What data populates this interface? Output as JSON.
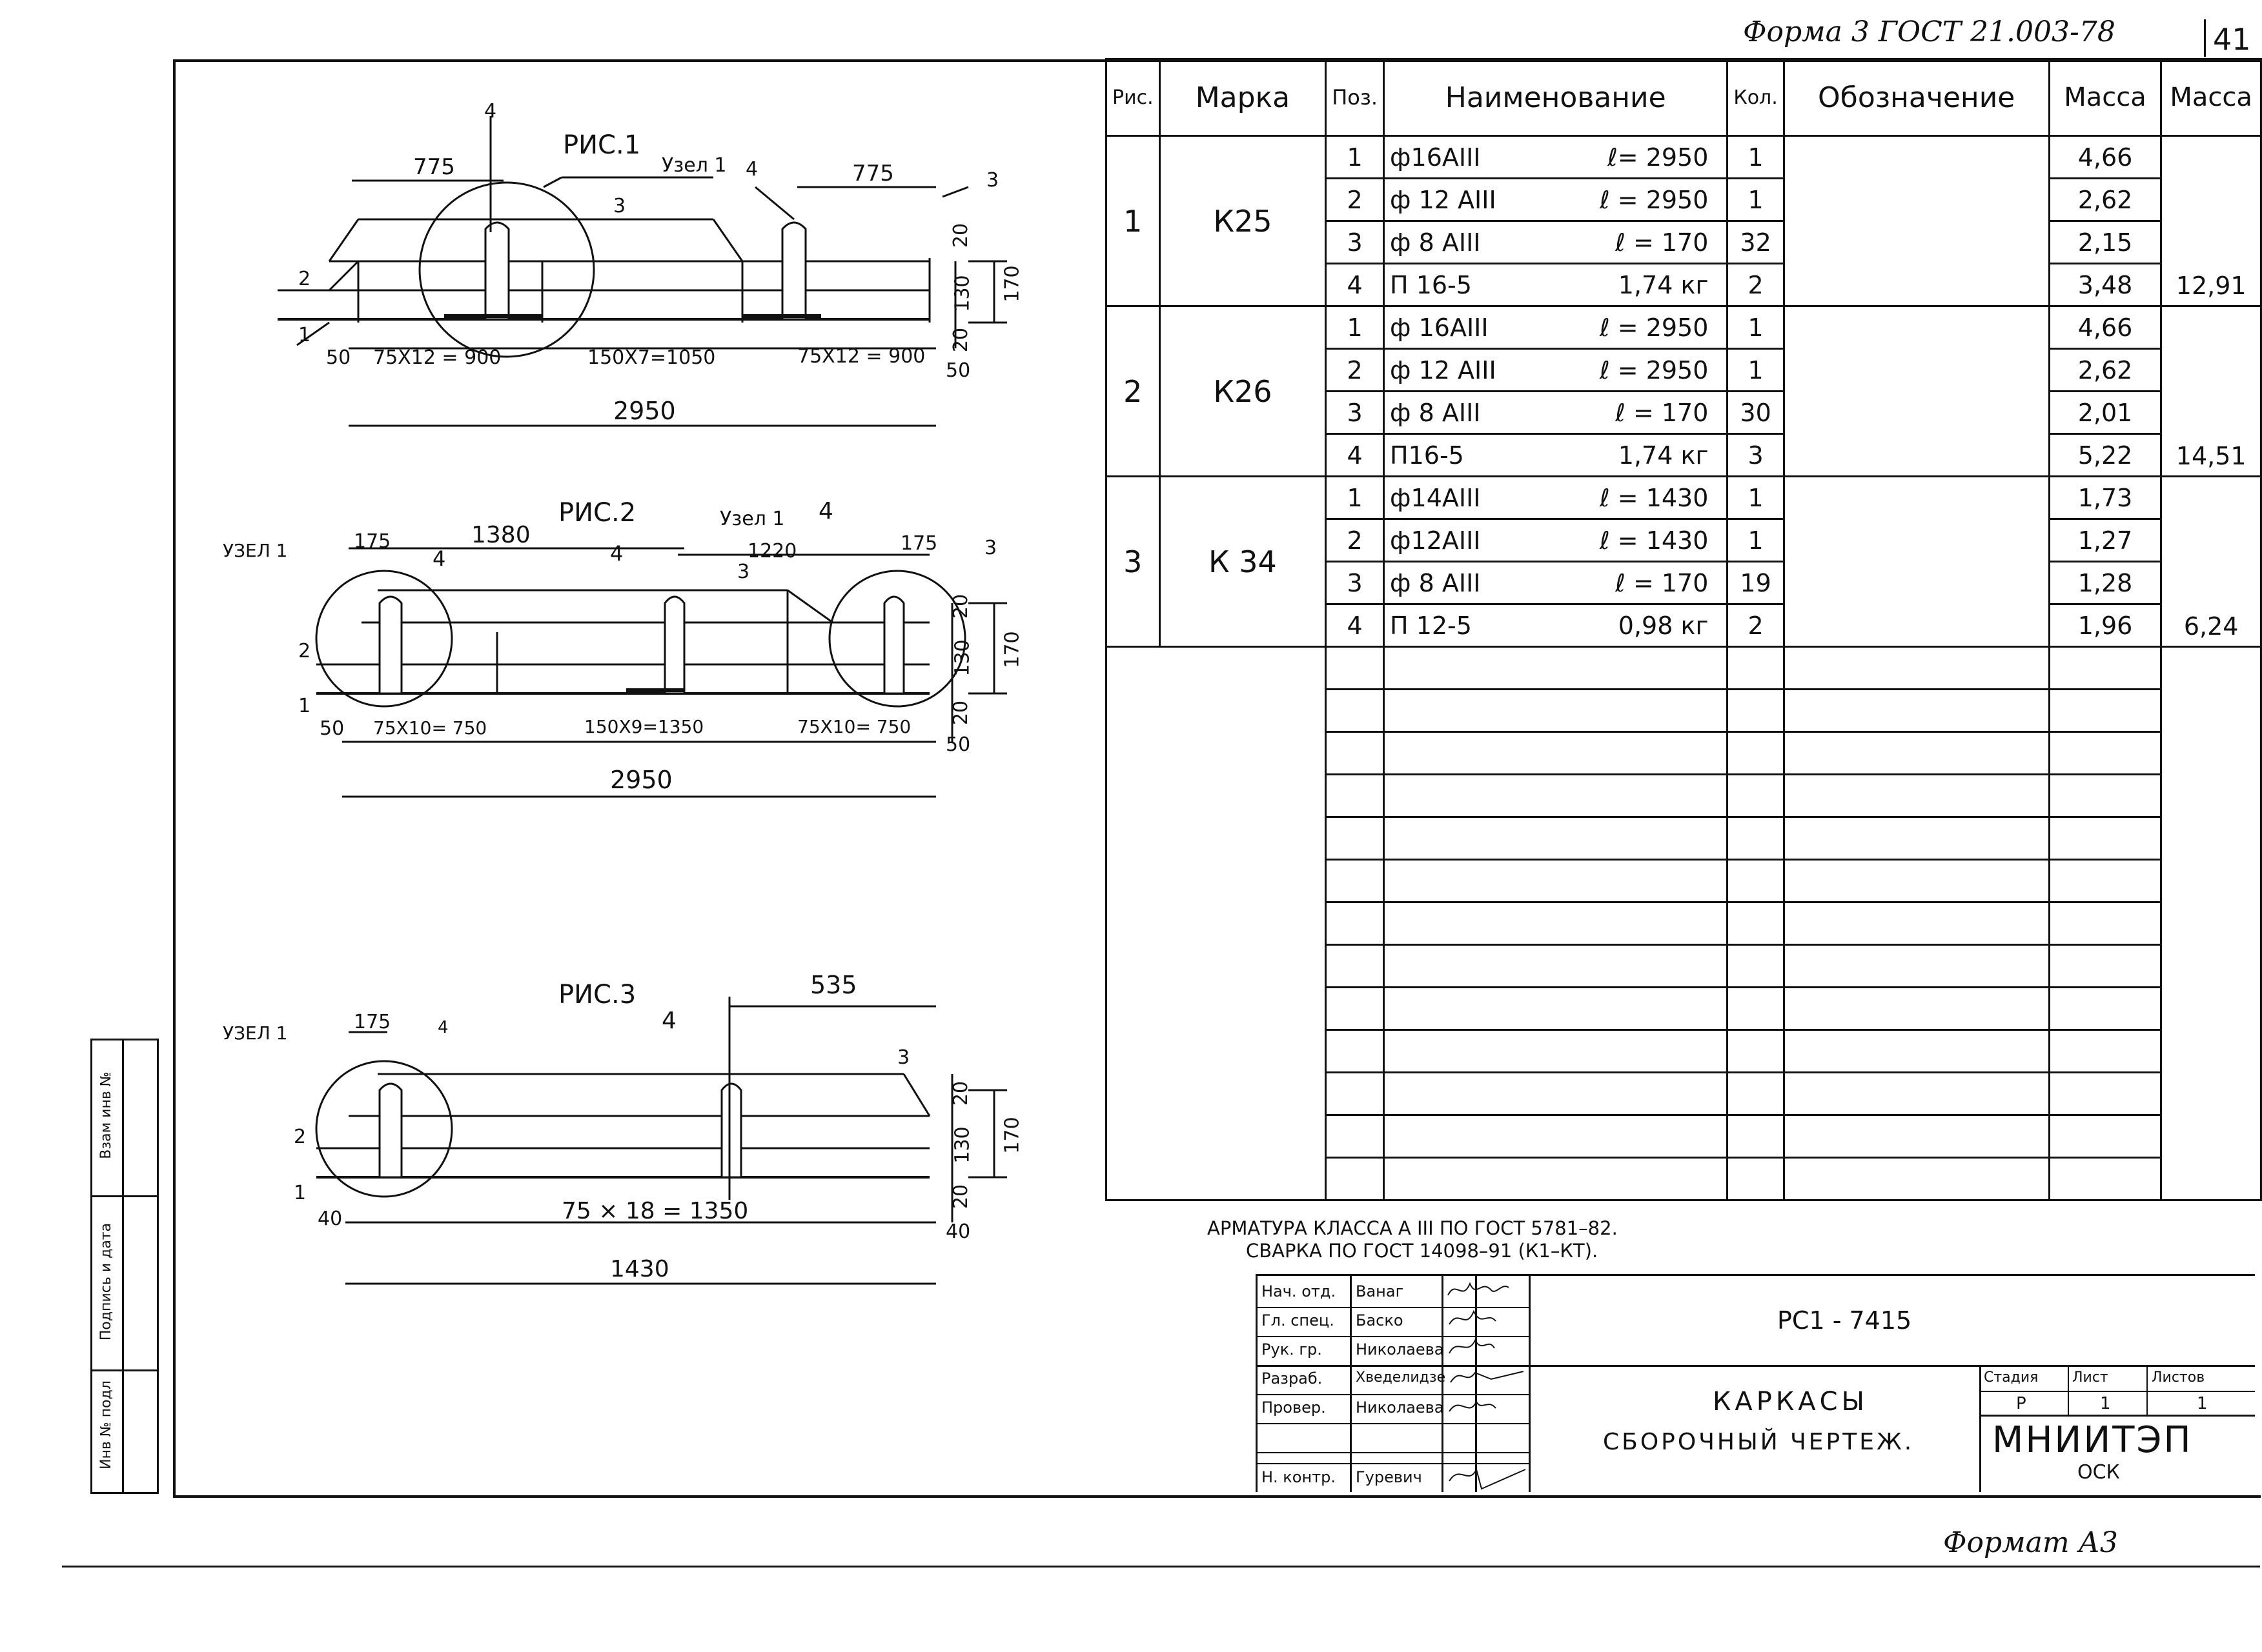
{
  "header": {
    "form_note": "Форма 3  ГОСТ 21.003-78",
    "sheet_number": "41",
    "format_note": "Формат А3"
  },
  "side_stamp": {
    "labels": [
      "Инв № подл",
      "Подпись и дата",
      "Взам инв №"
    ]
  },
  "drawings": {
    "fig1": {
      "title": "РИС.1",
      "node": "Узел 1",
      "dims": [
        "775",
        "775",
        "50",
        "75Х12 = 900",
        "150Х7=1050",
        "75Х12 = 900",
        "50",
        "2950",
        "20",
        "130",
        "20",
        "170"
      ],
      "positions": [
        "1",
        "2",
        "3",
        "4",
        "4",
        "3"
      ]
    },
    "fig2": {
      "title": "РИС.2",
      "node_left": "УЗЕЛ 1",
      "node_right": "Узел 1",
      "dims": [
        "175",
        "1380",
        "1220",
        "175",
        "50",
        "75Х10= 750",
        "150Х9=1350",
        "75Х10= 750",
        "50",
        "2950",
        "20",
        "130",
        "20",
        "170"
      ],
      "positions": [
        "1",
        "2",
        "3",
        "3",
        "4",
        "4",
        "4"
      ]
    },
    "fig3": {
      "title": "РИС.3",
      "node": "УЗЕЛ 1",
      "dims": [
        "175",
        "535",
        "40",
        "75 × 18 = 1350",
        "40",
        "1430",
        "20",
        "130",
        "20",
        "170"
      ],
      "positions": [
        "1",
        "2",
        "3",
        "4",
        "4"
      ]
    }
  },
  "table": {
    "headers": [
      "Рис.",
      "Марка",
      "Поз.",
      "Наименование",
      "Кол.",
      "Обозначение",
      "Масса",
      "Масса"
    ],
    "groups": [
      {
        "fig": "1",
        "mark": "К25",
        "total": "12,91",
        "rows": [
          {
            "pos": "1",
            "name": "ф16АIII",
            "len": "ℓ= 2950",
            "qty": "1",
            "mass": "4,66"
          },
          {
            "pos": "2",
            "name": "ф 12 АIII",
            "len": "ℓ = 2950",
            "qty": "1",
            "mass": "2,62"
          },
          {
            "pos": "3",
            "name": "ф 8 АIII",
            "len": "ℓ = 170",
            "qty": "32",
            "mass": "2,15"
          },
          {
            "pos": "4",
            "name": "П 16-5",
            "len": "1,74 кг",
            "qty": "2",
            "mass": "3,48"
          }
        ]
      },
      {
        "fig": "2",
        "mark": "К26",
        "total": "14,51",
        "rows": [
          {
            "pos": "1",
            "name": "ф 16АIII",
            "len": "ℓ = 2950",
            "qty": "1",
            "mass": "4,66"
          },
          {
            "pos": "2",
            "name": "ф 12 АIII",
            "len": "ℓ = 2950",
            "qty": "1",
            "mass": "2,62"
          },
          {
            "pos": "3",
            "name": "ф 8 АIII",
            "len": "ℓ = 170",
            "qty": "30",
            "mass": "2,01"
          },
          {
            "pos": "4",
            "name": "П16-5",
            "len": "1,74 кг",
            "qty": "3",
            "mass": "5,22"
          }
        ]
      },
      {
        "fig": "3",
        "mark": "К 34",
        "total": "6,24",
        "rows": [
          {
            "pos": "1",
            "name": "ф14АIII",
            "len": "ℓ = 1430",
            "qty": "1",
            "mass": "1,73"
          },
          {
            "pos": "2",
            "name": "ф12АIII",
            "len": "ℓ = 1430",
            "qty": "1",
            "mass": "1,27"
          },
          {
            "pos": "3",
            "name": "ф 8 АIII",
            "len": "ℓ = 170",
            "qty": "19",
            "mass": "1,28"
          },
          {
            "pos": "4",
            "name": "П 12-5",
            "len": "0,98 кг",
            "qty": "2",
            "mass": "1,96"
          }
        ]
      }
    ]
  },
  "notes": [
    "АРМАТУРА КЛАССА А III ПО ГОСТ 5781–82.",
    "СВАРКА ПО ГОСТ 14098–91 (К1–КТ)."
  ],
  "title_block": {
    "roles": [
      {
        "role": "Нач. отд.",
        "name": "Ванаг"
      },
      {
        "role": "Гл. спец.",
        "name": "Баско"
      },
      {
        "role": "Рук. гр.",
        "name": "Николаева"
      },
      {
        "role": "Разраб.",
        "name": "Хведелидзе"
      },
      {
        "role": "Провер.",
        "name": "Николаева"
      },
      {
        "role": "",
        "name": ""
      },
      {
        "role": "Н. контр.",
        "name": "Гуревич"
      }
    ],
    "code": "РС1 - 7415",
    "doc_title_1": "КАРКАСЫ",
    "doc_title_2": "СБОРОЧНЫЙ ЧЕРТЕЖ.",
    "stage_header": "Стадия",
    "sheet_header": "Лист",
    "sheets_header": "Листов",
    "stage": "Р",
    "sheet": "1",
    "sheets": "1",
    "org": "МНИИТЭП",
    "org_sub": "ОСК"
  }
}
